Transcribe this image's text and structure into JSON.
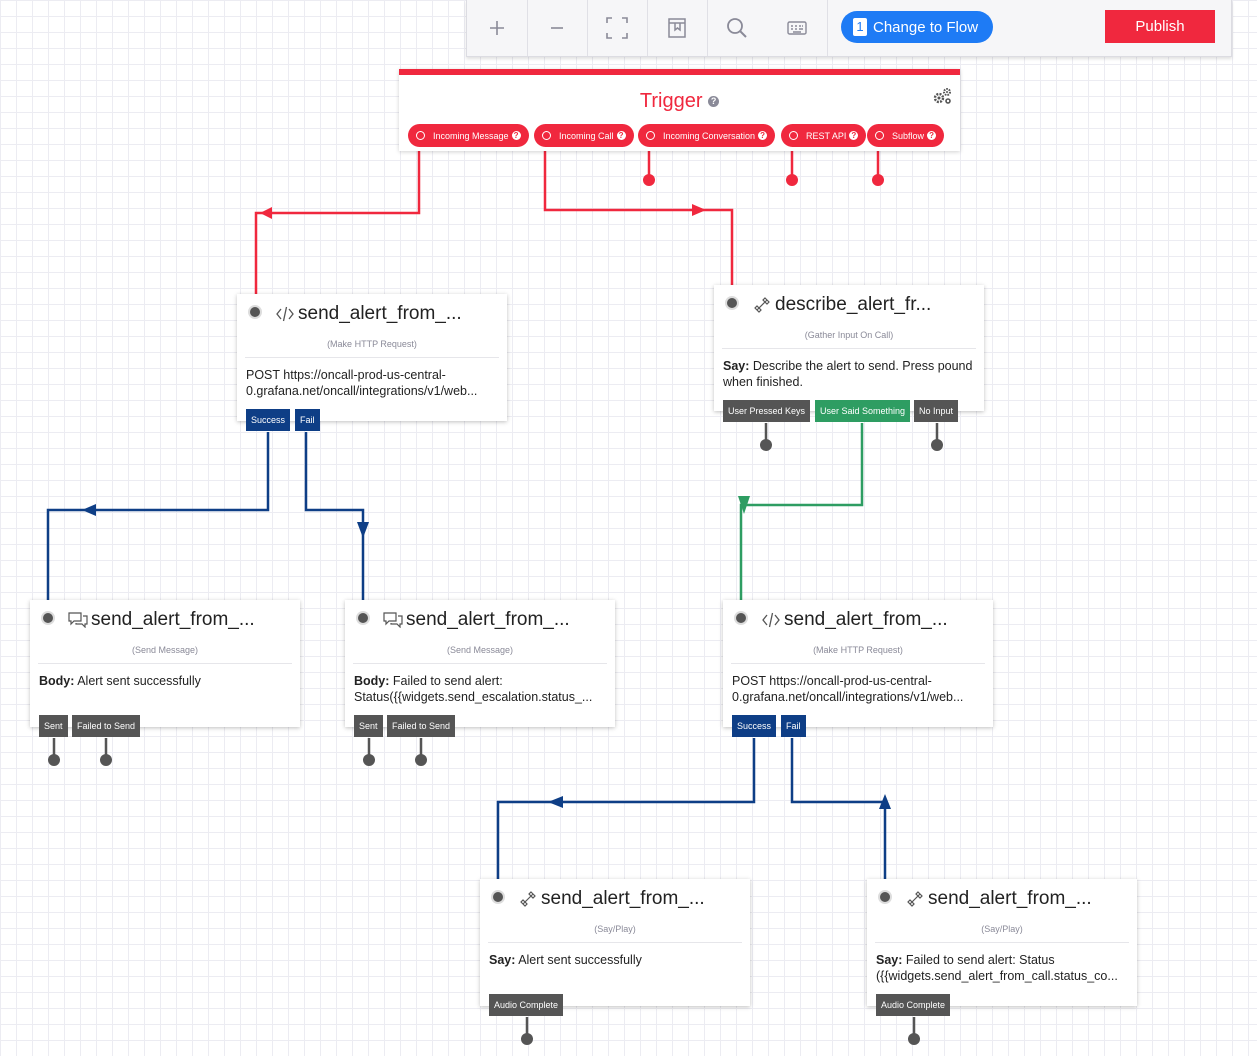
{
  "toolbar": {
    "zoom_in_icon": "plus-icon",
    "zoom_out_icon": "minus-icon",
    "fit_icon": "fullscreen-icon",
    "bookmark_icon": "bookmark-icon",
    "search_icon": "search-icon",
    "keyboard_icon": "keyboard-icon",
    "flow_count": "1",
    "flow_label": "Change to Flow",
    "publish_label": "Publish"
  },
  "trigger": {
    "title": "Trigger",
    "help": "?",
    "triggers": [
      "Incoming Message",
      "Incoming Call",
      "Incoming Conversation",
      "REST API",
      "Subflow"
    ]
  },
  "widgets": {
    "http1": {
      "title": "send_alert_from_...",
      "type": "(Make HTTP Request)",
      "body_line1": "POST https://oncall-prod-us-central-",
      "body_line2": "0.grafana.net/oncall/integrations/v1/web...",
      "transitions": [
        "Success",
        "Fail"
      ]
    },
    "gather": {
      "title": "describe_alert_fr...",
      "type": "(Gather Input On Call)",
      "body_label": "Say:",
      "body_text": " Describe the alert to send. Press pound when finished.",
      "transitions": [
        "User Pressed Keys",
        "User Said Something",
        "No Input"
      ]
    },
    "msg_ok": {
      "title": "send_alert_from_...",
      "type": "(Send Message)",
      "body_label": "Body:",
      "body_text": " Alert sent successfully",
      "transitions": [
        "Sent",
        "Failed to Send"
      ]
    },
    "msg_fail": {
      "title": "send_alert_from_...",
      "type": "(Send Message)",
      "body_label": "Body:",
      "body_text": " Failed to send alert:",
      "body_line2": "Status({{widgets.send_escalation.status_...",
      "transitions": [
        "Sent",
        "Failed to Send"
      ]
    },
    "http2": {
      "title": "send_alert_from_...",
      "type": "(Make HTTP Request)",
      "body_line1": "POST https://oncall-prod-us-central-",
      "body_line2": "0.grafana.net/oncall/integrations/v1/web...",
      "transitions": [
        "Success",
        "Fail"
      ]
    },
    "say_ok": {
      "title": "send_alert_from_...",
      "type": "(Say/Play)",
      "body_label": "Say:",
      "body_text": " Alert sent successfully",
      "transitions": [
        "Audio Complete"
      ]
    },
    "say_fail": {
      "title": "send_alert_from_...",
      "type": "(Say/Play)",
      "body_label": "Say:",
      "body_text": " Failed to send alert: Status",
      "body_line2": "({{widgets.send_alert_from_call.status_co...",
      "transitions": [
        "Audio Complete"
      ]
    }
  },
  "colors": {
    "red": "#f0283e",
    "blue": "#0e3e86",
    "green": "#2e9d62",
    "gray": "#555555",
    "flow_blue": "#1e7bf5"
  }
}
